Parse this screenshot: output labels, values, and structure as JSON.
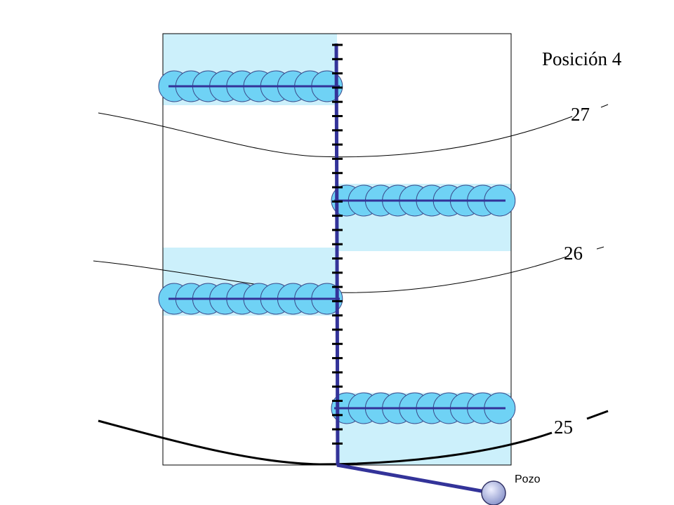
{
  "title": "Posición 4",
  "well_label": "Pozo",
  "contours": [
    {
      "label": "27"
    },
    {
      "label": "26"
    },
    {
      "label": "25"
    }
  ],
  "colors": {
    "zone_fill": "#ccf0fb",
    "circle_fill": "#6fd2f5",
    "circle_stroke": "#3a4a8a",
    "pipe": "#333399",
    "line": "#000000",
    "well_node": "#9aa6d6"
  },
  "laterals": [
    {
      "side": "left",
      "circle_count": 10
    },
    {
      "side": "right",
      "circle_count": 10
    },
    {
      "side": "left",
      "circle_count": 10
    },
    {
      "side": "right",
      "circle_count": 10
    }
  ]
}
